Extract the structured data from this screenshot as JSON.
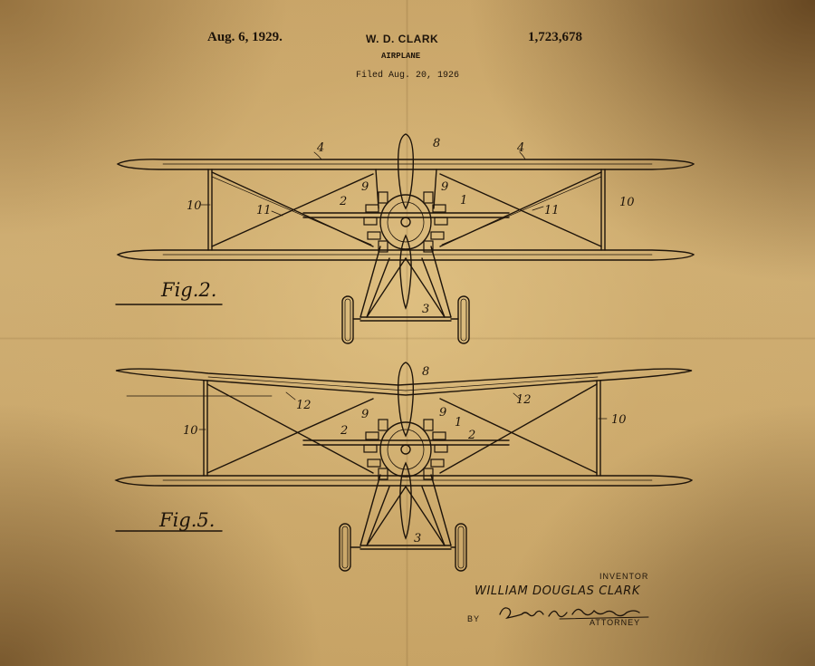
{
  "header": {
    "date": "Aug. 6, 1929.",
    "inventor_short": "W. D. CLARK",
    "patent_number": "1,723,678",
    "title": "AIRPLANE",
    "filed": "Filed Aug. 20, 1926"
  },
  "figures": [
    {
      "label": "Fig.2.",
      "reference_numbers": [
        "4",
        "8",
        "4",
        "10",
        "11",
        "2",
        "9",
        "9",
        "1",
        "11",
        "10",
        "3"
      ]
    },
    {
      "label": "Fig.5.",
      "reference_numbers": [
        "8",
        "12",
        "12",
        "10",
        "9",
        "9",
        "2",
        "1",
        "2",
        "10",
        "3"
      ]
    }
  ],
  "signature_block": {
    "inventor_role": "INVENTOR",
    "inventor_name": "WILLIAM DOUGLAS CLARK",
    "by": "BY",
    "attorney_signature": "Robert A. Lavender",
    "attorney_role": "ATTORNEY"
  },
  "colors": {
    "paper": "#c9a96e",
    "ink": "#1e140a"
  }
}
